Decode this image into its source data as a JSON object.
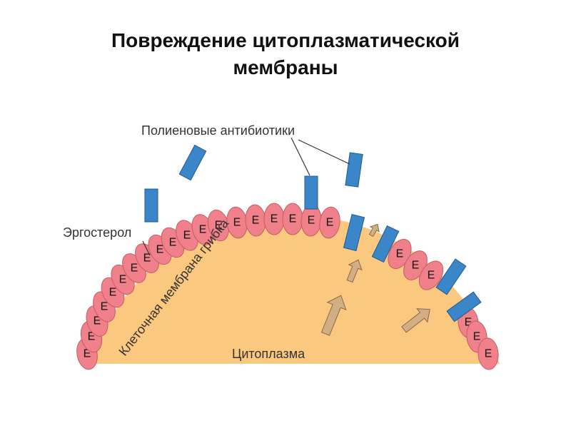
{
  "title": {
    "line1": "Повреждение цитоплазматической",
    "line2": "мембраны"
  },
  "labels": {
    "antibiotics": "Полиеновые антибиотики",
    "ergosterol": "Эргостерол",
    "membrane": "Клеточная мембрана грибка",
    "cytoplasm": "Цитоплазма"
  },
  "ergosterol_letter": "E",
  "colors": {
    "cytoplasm": "#fbc87f",
    "ergosterol": "#f0808a",
    "antibiotic": "#3a86c8",
    "arrow": "#d2ae84"
  }
}
